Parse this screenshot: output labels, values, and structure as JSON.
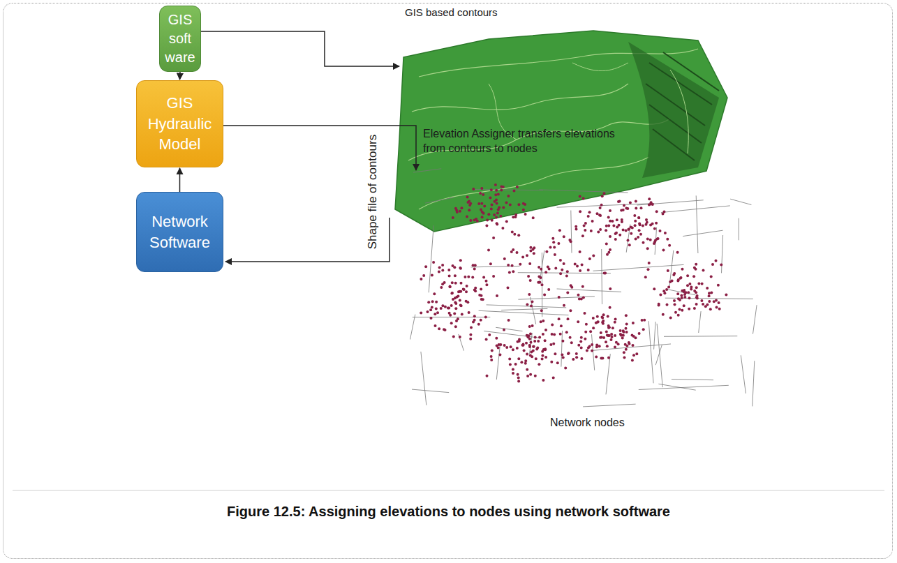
{
  "diagram": {
    "caption": "Figure 12.5: Assigning elevations to nodes using network software",
    "nodes": [
      {
        "text": [
          "GIS soft ware"
        ]
      },
      {
        "text": [
          "GIS Hydraulic Model"
        ]
      },
      {
        "text": [
          "Network Software"
        ]
      }
    ],
    "edges": [
      {
        "from": 0,
        "to": 1,
        "arrow": "to"
      },
      {
        "from": 2,
        "to": 1,
        "arrow": "to"
      }
    ],
    "labels": [
      "GIS based contours",
      "Shape file of contours",
      "Elevation Assigner transfers elevations from contours to nodes",
      "Network nodes"
    ]
  }
}
